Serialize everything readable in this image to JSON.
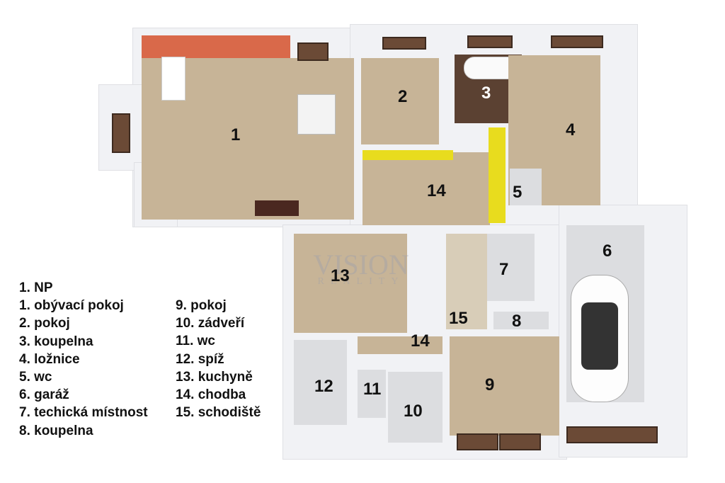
{
  "plan": {
    "rooms": [
      {
        "num": "1"
      },
      {
        "num": "2"
      },
      {
        "num": "3"
      },
      {
        "num": "4"
      },
      {
        "num": "5"
      },
      {
        "num": "6"
      },
      {
        "num": "7"
      },
      {
        "num": "8"
      },
      {
        "num": "9"
      },
      {
        "num": "10"
      },
      {
        "num": "11"
      },
      {
        "num": "12"
      },
      {
        "num": "13"
      },
      {
        "num": "14"
      },
      {
        "num": "14"
      },
      {
        "num": "15"
      }
    ],
    "watermark": {
      "line1": "VISION",
      "line2": "REALITY"
    }
  },
  "legend": {
    "title": "1. NP",
    "col1": [
      "1. obývací pokoj",
      "2. pokoj",
      "3. koupelna",
      "4. ložnice",
      "5. wc",
      "6. garáž",
      "7. techická místnost",
      "8. koupelna"
    ],
    "col2": [
      "9. pokoj",
      "10. zádveří",
      "11. wc",
      "12. spíž",
      "13. kuchyně",
      "14. chodba",
      "15. schodiště"
    ]
  },
  "colors": {
    "floor": "#c7b497",
    "accent_wall": "#d9694a",
    "yellow_wall": "#e8dc1e",
    "bath_floor": "#5b4132"
  }
}
